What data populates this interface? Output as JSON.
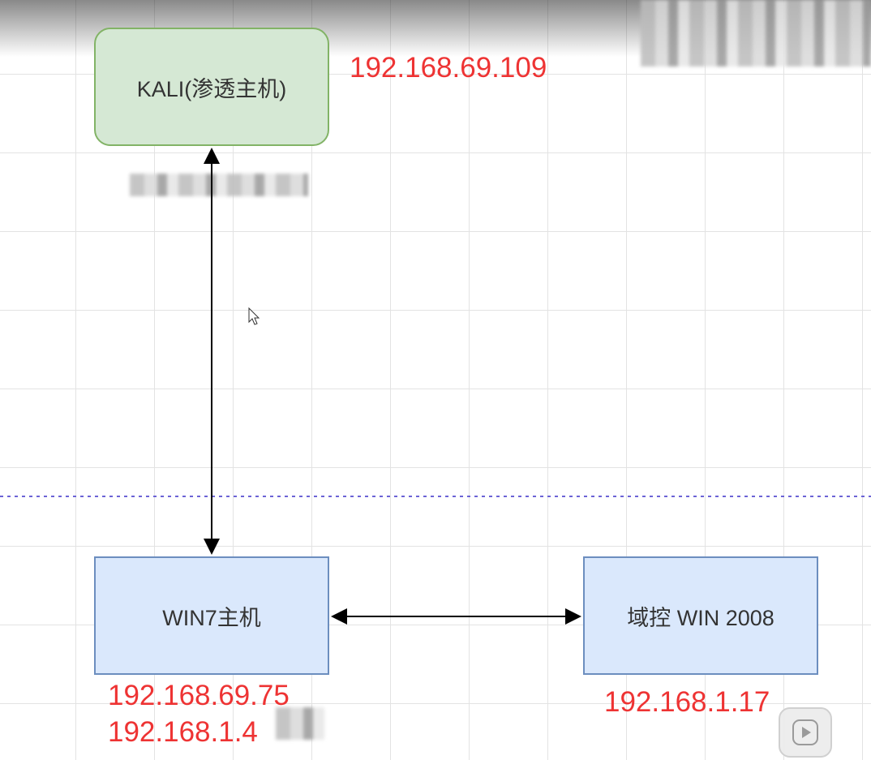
{
  "diagram": {
    "nodes": {
      "kali": {
        "label": "KALI(渗透主机)",
        "ip": "192.168.69.109"
      },
      "win7": {
        "label": "WIN7主机",
        "ips": [
          "192.168.69.75",
          "192.168.1.4"
        ]
      },
      "dc": {
        "label": "域控 WIN 2008",
        "ip": "192.168.1.17"
      }
    },
    "edges": [
      {
        "from": "kali",
        "to": "win7",
        "style": "bidirectional-arrow"
      },
      {
        "from": "win7",
        "to": "dc",
        "style": "bidirectional-arrow"
      }
    ],
    "separator": {
      "style": "dashed",
      "color": "#6b63d6"
    }
  },
  "colors": {
    "ip_text": "#ee3333",
    "kali_fill": "#d5e8d4",
    "kali_border": "#82b366",
    "host_fill": "#dae8fc",
    "host_border": "#6c8ebf"
  },
  "overlay": {
    "icon": "play-icon"
  }
}
